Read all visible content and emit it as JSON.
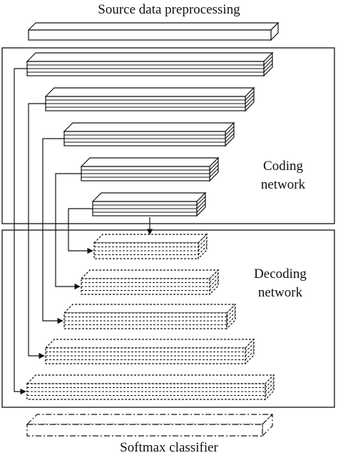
{
  "title_top": "Source data preprocessing",
  "title_bottom": "Softmax classifier",
  "coding": {
    "line1": "Coding",
    "line2": "network"
  },
  "decoding": {
    "line1": "Decoding",
    "line2": "network"
  },
  "colors": {
    "stroke": "#111111",
    "background": "#ffffff"
  }
}
